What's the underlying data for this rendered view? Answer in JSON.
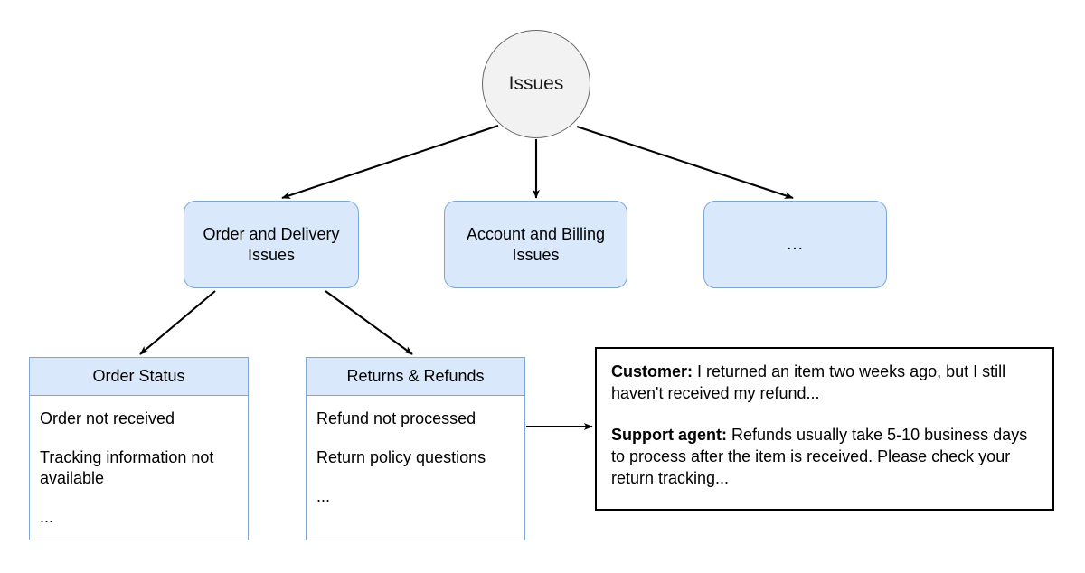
{
  "diagram": {
    "root": {
      "label": "Issues",
      "shape": "circle",
      "fill": "#f2f2f2",
      "stroke": "#666666"
    },
    "categories": [
      {
        "id": "order",
        "label": "Order and Delivery\nIssues",
        "fill": "#dae8fc",
        "stroke": "#7ea6d9"
      },
      {
        "id": "account",
        "label": "Account and Billing\nIssues",
        "fill": "#dae8fc",
        "stroke": "#7ea6d9"
      },
      {
        "id": "more",
        "label": "...",
        "fill": "#dae8fc",
        "stroke": "#7ea6d9"
      }
    ],
    "leaves": [
      {
        "id": "order-status",
        "title": "Order Status",
        "items": [
          "Order not received",
          "Tracking information not available",
          "..."
        ]
      },
      {
        "id": "returns-refunds",
        "title": "Returns & Refunds",
        "items": [
          "Refund not processed",
          "Return policy questions",
          "..."
        ]
      }
    ],
    "conversation": {
      "turns": [
        {
          "speaker": "Customer:",
          "text": " I returned an item two weeks ago, but I still haven't received my refund..."
        },
        {
          "speaker": "Support agent:",
          "text": " Refunds usually take 5-10 business days to process after the item is received. Please check your return tracking..."
        }
      ]
    },
    "edge_color": "#000000"
  }
}
